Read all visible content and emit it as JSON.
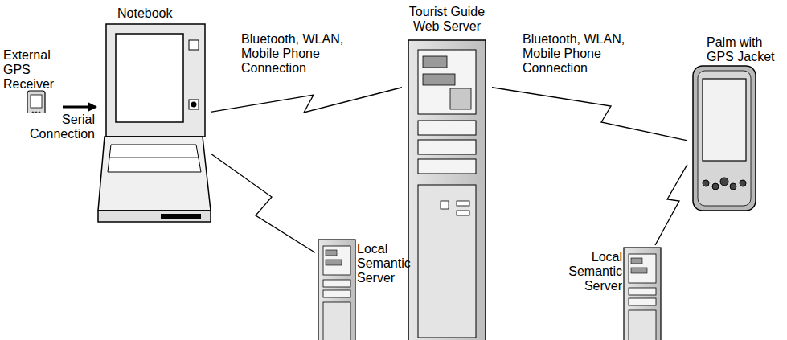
{
  "diagram": {
    "nodes": [
      {
        "text": [
          "External GPS Receiver"
        ]
      },
      {
        "text": [
          "Notebook"
        ]
      },
      {
        "text": [
          "Tourist Guide Web Server"
        ]
      },
      {
        "text": [
          "Palm with GPS Jacket"
        ]
      },
      {
        "text": [
          "Local Semantic Server"
        ]
      },
      {
        "text": [
          "Local Semantic Server"
        ]
      }
    ],
    "edges": [
      {
        "from": 0,
        "to": 1,
        "arrow": "to",
        "label": "Serial Connection"
      },
      {
        "from": 1,
        "to": 2,
        "arrow": "none",
        "label": "Bluetooth, WLAN, Mobile Phone Connection"
      },
      {
        "from": 2,
        "to": 3,
        "arrow": "none",
        "label": "Bluetooth, WLAN, Mobile Phone Connection"
      },
      {
        "from": 1,
        "to": 4,
        "arrow": "none"
      },
      {
        "from": 3,
        "to": 5,
        "arrow": "none"
      }
    ]
  }
}
